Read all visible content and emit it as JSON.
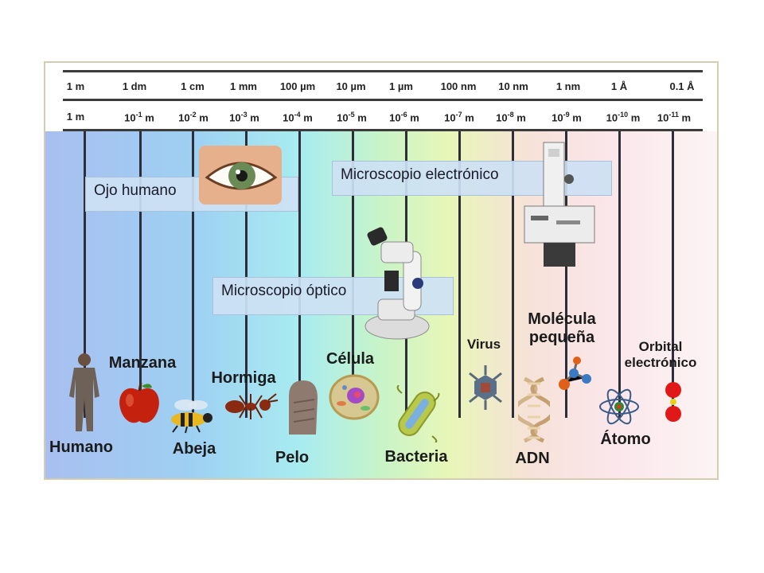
{
  "scale_top": [
    "1 m",
    "1 dm",
    "1 cm",
    "1 mm",
    "100 µm",
    "10 µm",
    "1 µm",
    "100 nm",
    "10 nm",
    "1 nm",
    "1 Å",
    "0.1 Å"
  ],
  "scale_bottom": [
    {
      "base": "1 m",
      "exp": "",
      "unit": ""
    },
    {
      "base": "10",
      "exp": "-1",
      "unit": "m"
    },
    {
      "base": "10",
      "exp": "-2",
      "unit": "m"
    },
    {
      "base": "10",
      "exp": "-3",
      "unit": "m"
    },
    {
      "base": "10",
      "exp": "-4",
      "unit": "m"
    },
    {
      "base": "10",
      "exp": "-5",
      "unit": "m"
    },
    {
      "base": "10",
      "exp": "-6",
      "unit": "m"
    },
    {
      "base": "10",
      "exp": "-7",
      "unit": "m"
    },
    {
      "base": "10",
      "exp": "-8",
      "unit": "m"
    },
    {
      "base": "10",
      "exp": "-9",
      "unit": "m"
    },
    {
      "base": "10",
      "exp": "-10",
      "unit": "m"
    },
    {
      "base": "10",
      "exp": "-11",
      "unit": "m"
    }
  ],
  "instruments": {
    "eye": "Ojo humano",
    "optical": "Microscopio óptico",
    "electron": "Microscopio electrónico"
  },
  "objects": {
    "human": "Humano",
    "apple": "Manzana",
    "bee": "Abeja",
    "ant": "Hormiga",
    "hair": "Pelo",
    "cell": "Célula",
    "bacteria": "Bacteria",
    "virus": "Virus",
    "dna": "ADN",
    "molecule_l1": "Molécula",
    "molecule_l2": "pequeña",
    "atom": "Átomo",
    "orbital_l1": "Orbital",
    "orbital_l2": "electrónico"
  },
  "colors": {
    "frame": "#d6ccb0",
    "lines": "#2e2e3a",
    "label_bg": "#cde1f4"
  }
}
